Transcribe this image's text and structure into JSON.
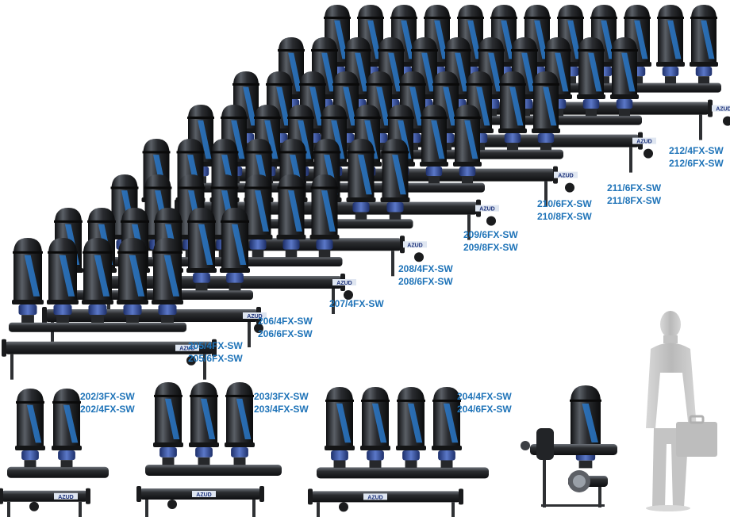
{
  "colors": {
    "label_text": "#1e73b8",
    "filter_body": "#1d1f22",
    "filter_highlight": "#5a5f66",
    "filter_stripe": "#2a78c8",
    "collar": "#3a56a8",
    "pipe": "#2b2d30",
    "background": "#ffffff",
    "silhouette": "#c9c9c9"
  },
  "brand_plate": "AZUD",
  "scale_figure": "businessman-silhouette",
  "groups": [
    {
      "id": "g212",
      "labels": [
        "212/4FX-SW",
        "212/6FX-SW"
      ],
      "filter_count": 12
    },
    {
      "id": "g211",
      "labels": [
        "211/6FX-SW",
        "211/8FX-SW"
      ],
      "filter_count": 11
    },
    {
      "id": "g210",
      "labels": [
        "210/6FX-SW",
        "210/8FX-SW"
      ],
      "filter_count": 10
    },
    {
      "id": "g209",
      "labels": [
        "209/6FX-SW",
        "209/8FX-SW"
      ],
      "filter_count": 9
    },
    {
      "id": "g208",
      "labels": [
        "208/4FX-SW",
        "208/6FX-SW"
      ],
      "filter_count": 8
    },
    {
      "id": "g207",
      "labels": [
        "207/4FX-SW"
      ],
      "filter_count": 7
    },
    {
      "id": "g206",
      "labels": [
        "206/4FX-SW",
        "206/6FX-SW"
      ],
      "filter_count": 6
    },
    {
      "id": "g205",
      "labels": [
        "205/4FX-SW",
        "205/6FX-SW"
      ],
      "filter_count": 5
    },
    {
      "id": "g202",
      "labels": [
        "202/3FX-SW",
        "202/4FX-SW"
      ],
      "filter_count": 2
    },
    {
      "id": "g203",
      "labels": [
        "203/3FX-SW",
        "203/4FX-SW"
      ],
      "filter_count": 3
    },
    {
      "id": "g204",
      "labels": [
        "204/4FX-SW",
        "204/6FX-SW"
      ],
      "filter_count": 4
    },
    {
      "id": "g201",
      "labels": [],
      "filter_count": 1
    }
  ]
}
